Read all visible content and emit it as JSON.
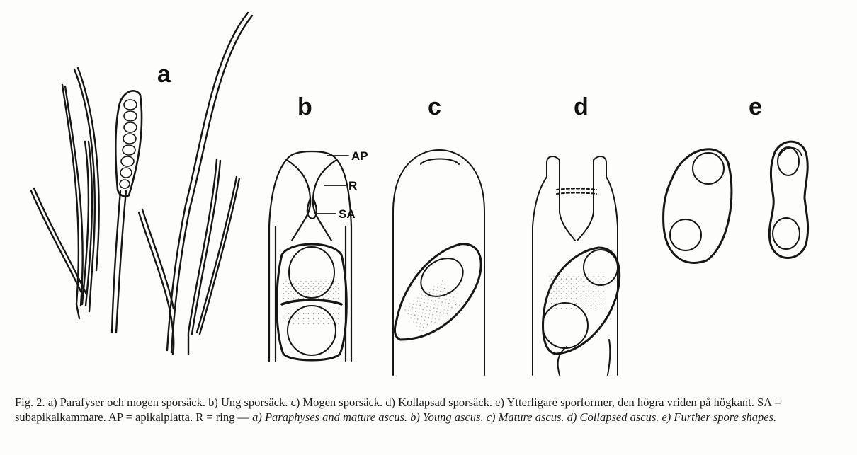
{
  "figure": {
    "panels": [
      {
        "id": "a",
        "label": "a",
        "content": "paraphyses and mature ascus"
      },
      {
        "id": "b",
        "label": "b",
        "content": "young ascus",
        "annotations": [
          "AP",
          "R",
          "SA"
        ]
      },
      {
        "id": "c",
        "label": "c",
        "content": "mature ascus"
      },
      {
        "id": "d",
        "label": "d",
        "content": "collapsed ascus"
      },
      {
        "id": "e",
        "label": "e",
        "content": "further spore shapes"
      }
    ]
  },
  "caption": {
    "sv": "Fig. 2. a) Parafyser och mogen sporsäck. b) Ung sporsäck. c) Mogen sporsäck. d) Kollapsad sporsäck. e) Ytterligare sporformer, den högra vriden på högkant. SA = subapikalkammare. AP = apikalplatta. R = ring —",
    "en": "a) Paraphyses and mature ascus. b) Young ascus. c) Mature ascus. d) Collapsed ascus. e) Further spore shapes."
  }
}
